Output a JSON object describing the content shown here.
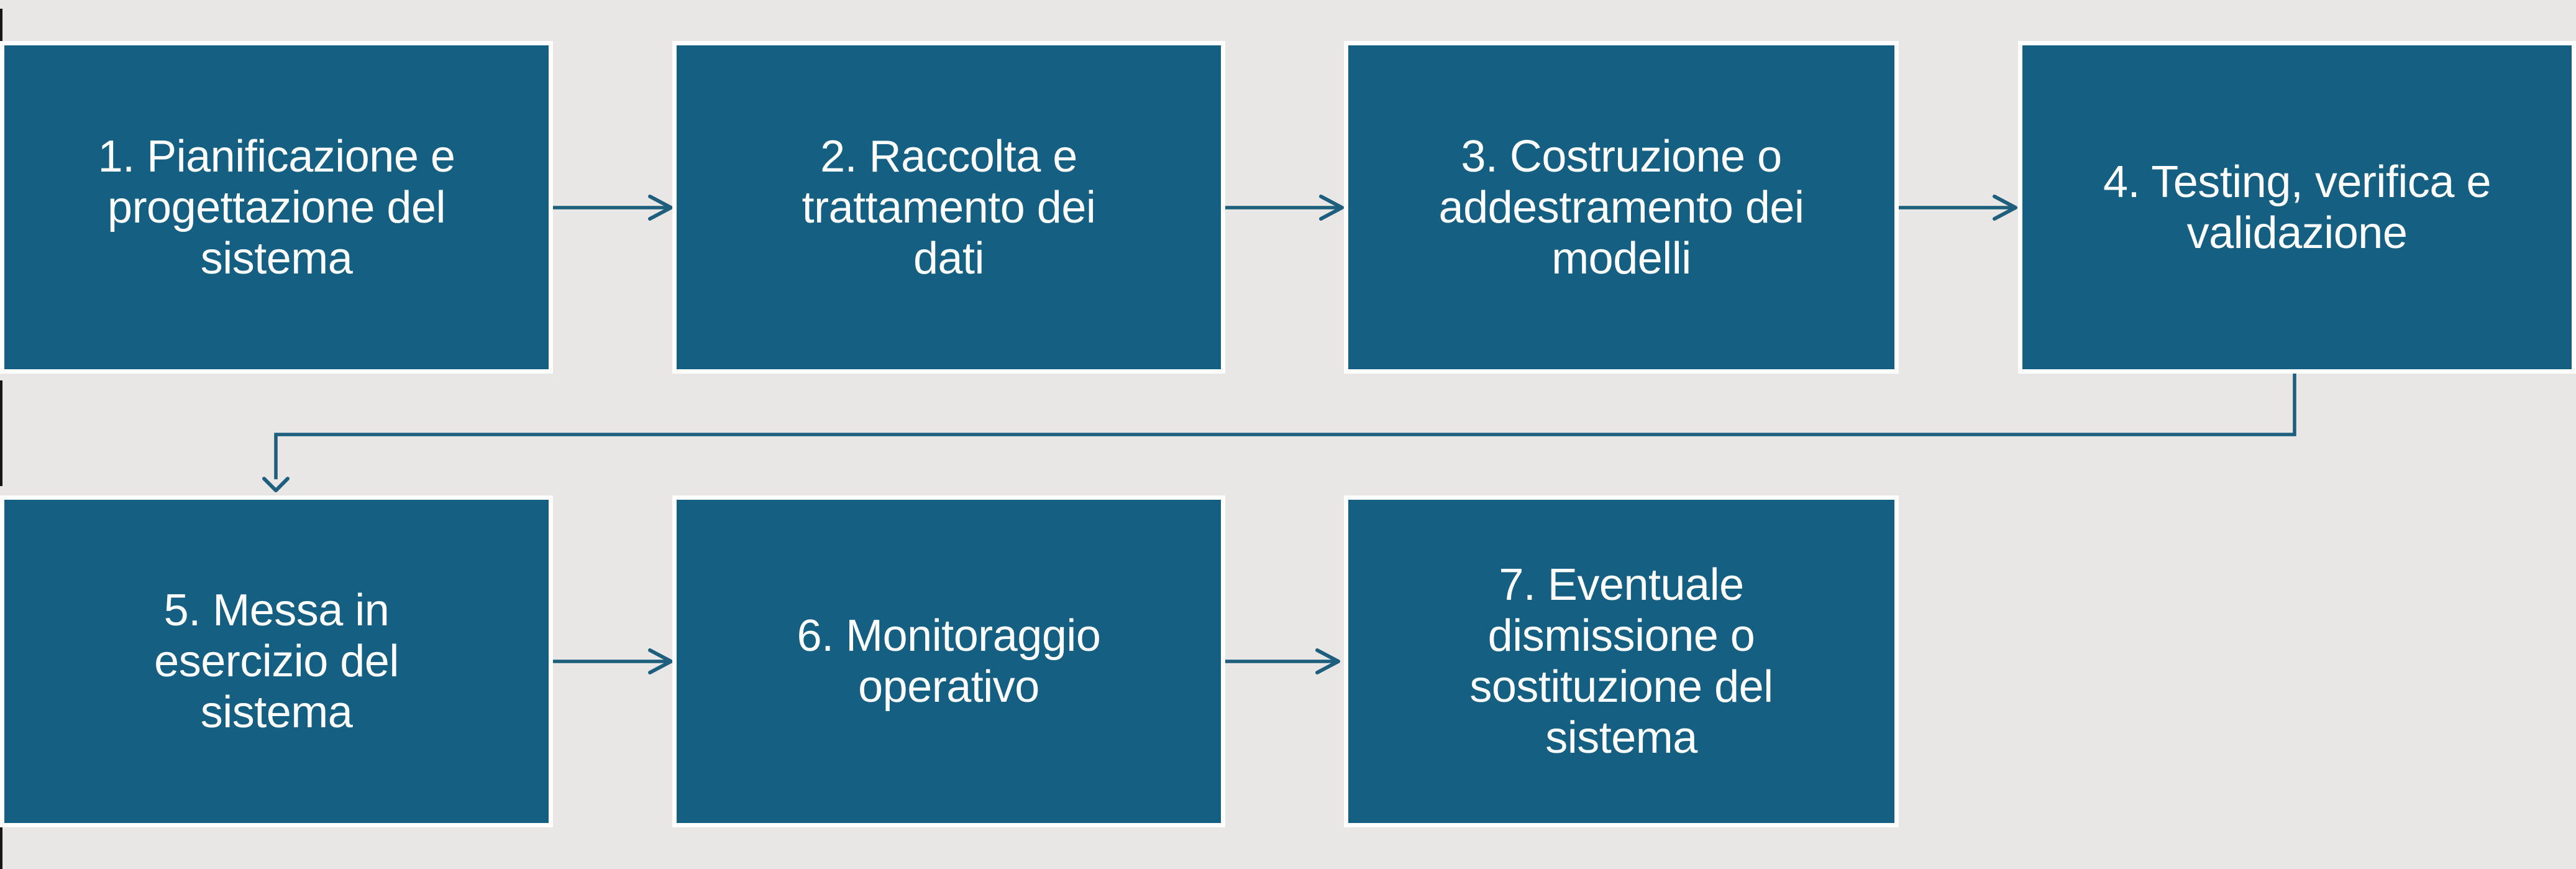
{
  "diagram": {
    "type": "flowchart",
    "language": "it",
    "background_color": "#e8e7e6",
    "box_fill_color": "#156082",
    "box_border_color": "#ffffff",
    "text_color": "#ffffff",
    "connector_color": "#1d5f7d",
    "edge_line_color": "#161616",
    "steps": [
      {
        "id": 1,
        "label": "1. Pianificazione e\nprogettazione del\nsistema"
      },
      {
        "id": 2,
        "label": "2. Raccolta e\ntrattamento dei\ndati"
      },
      {
        "id": 3,
        "label": "3. Costruzione o\naddestramento dei\nmodelli"
      },
      {
        "id": 4,
        "label": "4. Testing, verifica e\nvalidazione"
      },
      {
        "id": 5,
        "label": "5. Messa in\nesercizio del\nsistema"
      },
      {
        "id": 6,
        "label": "6. Monitoraggio\noperativo"
      },
      {
        "id": 7,
        "label": "7. Eventuale\ndismissione o\nsostituzione del\nsistema"
      }
    ],
    "connections": [
      {
        "from": 1,
        "to": 2,
        "style": "straight-right-arrow"
      },
      {
        "from": 2,
        "to": 3,
        "style": "straight-right-arrow"
      },
      {
        "from": 3,
        "to": 4,
        "style": "straight-right-arrow"
      },
      {
        "from": 4,
        "to": 5,
        "style": "elbow-down-left-down-arrow"
      },
      {
        "from": 5,
        "to": 6,
        "style": "straight-right-arrow"
      },
      {
        "from": 6,
        "to": 7,
        "style": "straight-right-arrow"
      }
    ]
  }
}
